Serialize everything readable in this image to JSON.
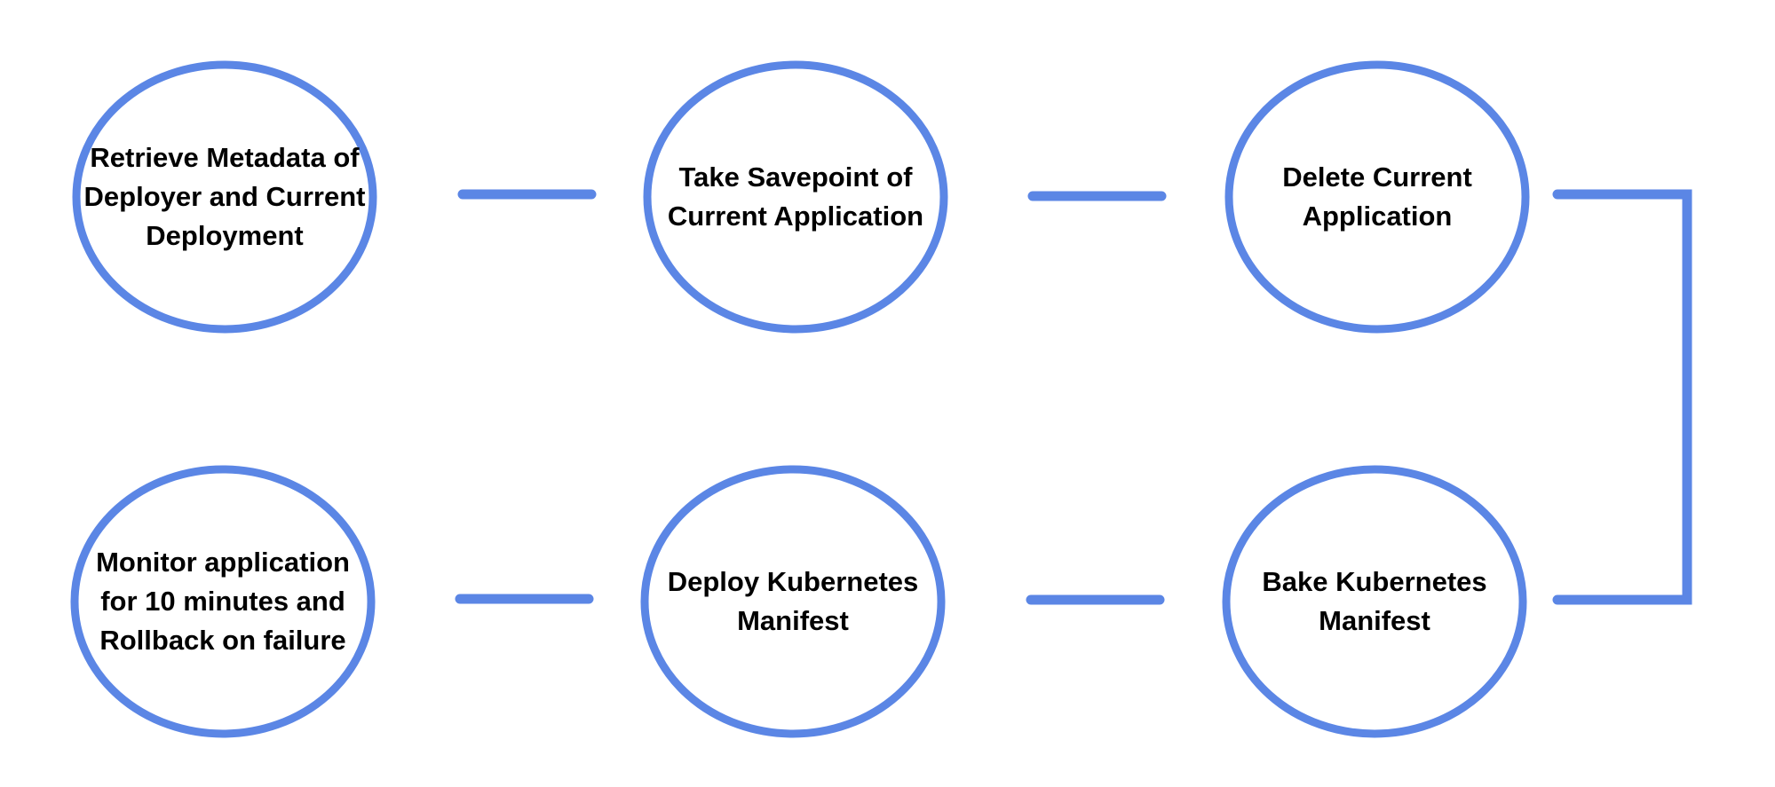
{
  "colors": {
    "accent": "#5B86E5",
    "background": "#FFFFFF",
    "text": "#000000"
  },
  "steps": [
    {
      "id": "retrieve-metadata",
      "label": "Retrieve Metadata of\nDeployer and Current\nDeployment"
    },
    {
      "id": "take-savepoint",
      "label": "Take Savepoint of\nCurrent Application"
    },
    {
      "id": "delete-current",
      "label": "Delete Current\nApplication"
    },
    {
      "id": "bake-manifest",
      "label": "Bake Kubernetes\nManifest"
    },
    {
      "id": "deploy-manifest",
      "label": "Deploy Kubernetes\nManifest"
    },
    {
      "id": "monitor-rollback",
      "label": "Monitor application\nfor 10 minutes and\nRollback on failure"
    }
  ]
}
